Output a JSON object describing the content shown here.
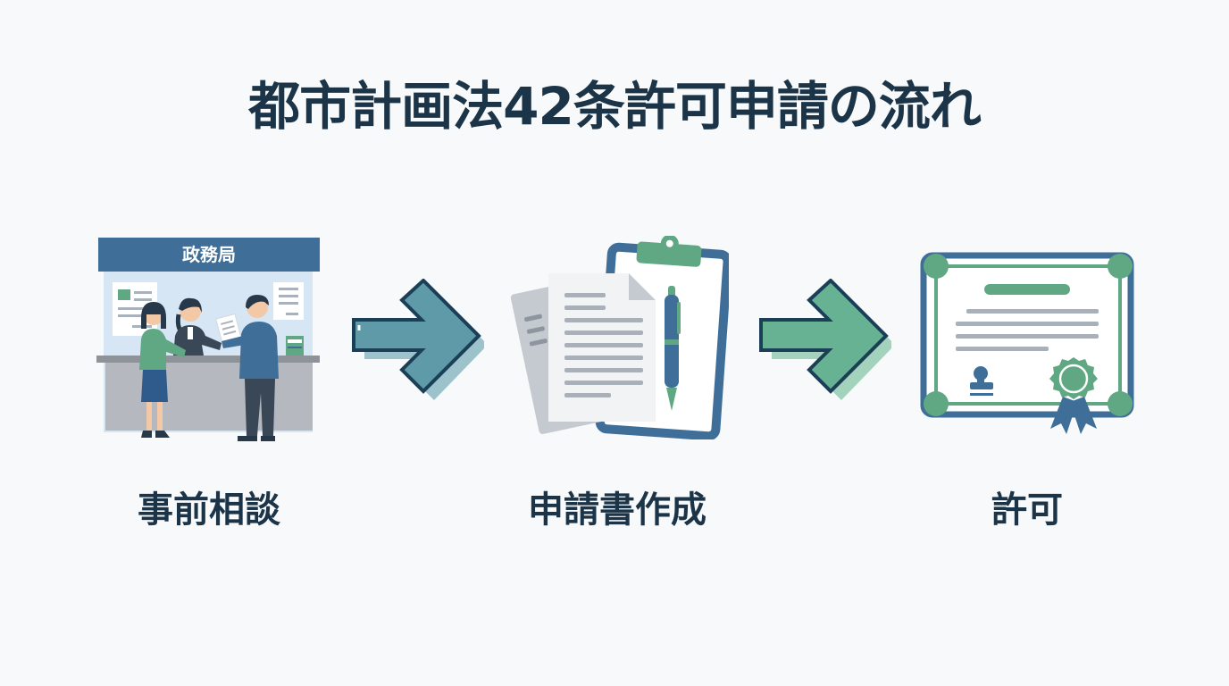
{
  "title": "都市計画法42条許可申請の流れ",
  "colors": {
    "primary_blue": "#3f6f99",
    "green": "#5fa883",
    "teal_arrow": "#5f9aa8",
    "green_arrow": "#67b292",
    "dark_outline": "#1c3f58",
    "text": "#1c3448",
    "background": "#f8f9fa"
  },
  "steps": [
    {
      "label": "事前相談",
      "icon": "office-counter-consultation-icon",
      "sign_text": "政務局"
    },
    {
      "label": "申請書作成",
      "icon": "documents-clipboard-pen-icon"
    },
    {
      "label": "許可",
      "icon": "certificate-ribbon-icon"
    }
  ],
  "arrows": [
    {
      "icon": "arrow-right-icon",
      "color": "teal"
    },
    {
      "icon": "arrow-right-icon",
      "color": "green"
    }
  ]
}
